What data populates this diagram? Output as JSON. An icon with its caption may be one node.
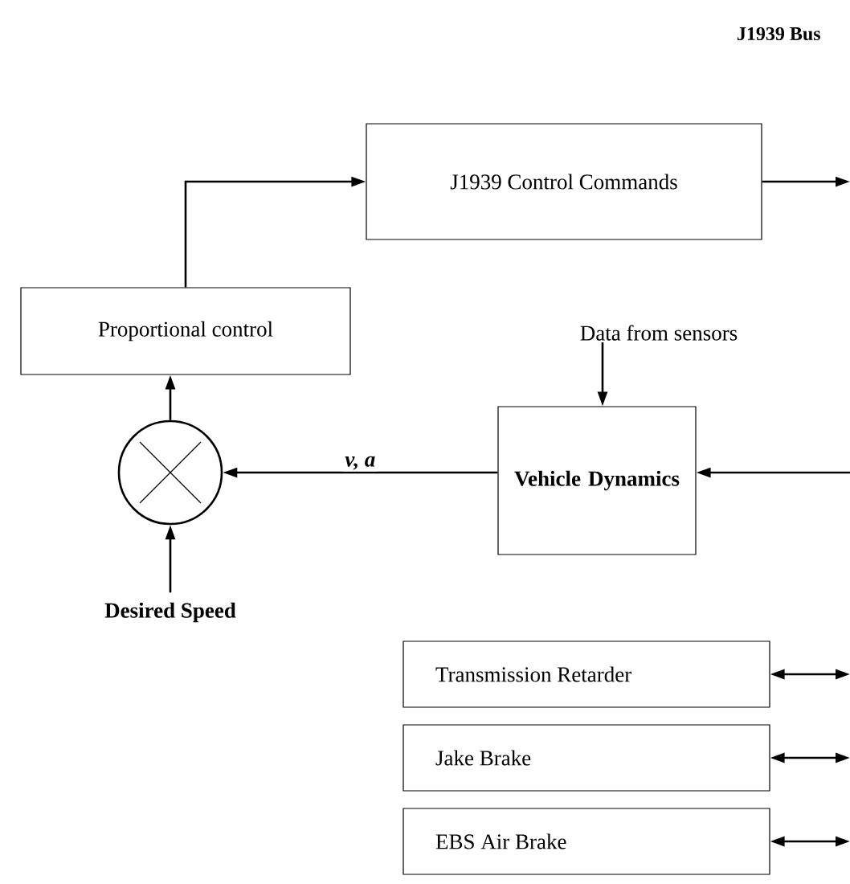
{
  "diagram": {
    "nodes": [
      {
        "text": [
          "J1939 Control Commands"
        ]
      },
      {
        "text": [
          "Proportional control"
        ]
      },
      {
        "text": [],
        "shape": "circle"
      },
      {
        "text": [
          "Vehicle Dynamics"
        ]
      },
      {
        "text": [
          "Data from sensors"
        ]
      },
      {
        "text": [
          "Desired Speed"
        ]
      },
      {
        "text": [
          "Transmission Retarder"
        ]
      },
      {
        "text": [
          "Jake Brake"
        ]
      },
      {
        "text": [
          "EBS Air Brake"
        ]
      }
    ],
    "edges": [
      {
        "from": 1,
        "to": 0,
        "arrow": "to"
      },
      {
        "from": 0,
        "to": null,
        "arrow": "to"
      },
      {
        "from": null,
        "to": 3,
        "arrow": "to"
      },
      {
        "from": 3,
        "to": 2,
        "arrow": "to",
        "label": "v, a"
      },
      {
        "from": 2,
        "to": 1,
        "arrow": "to"
      },
      {
        "from": 5,
        "to": 2,
        "arrow": "to"
      },
      {
        "from": 4,
        "to": 3,
        "arrow": "to"
      },
      {
        "from": 6,
        "to": null,
        "arrow": "both"
      },
      {
        "from": 7,
        "to": null,
        "arrow": "both"
      },
      {
        "from": 8,
        "to": null,
        "arrow": "both"
      }
    ],
    "labels": [
      "J1939 Bus"
    ]
  }
}
